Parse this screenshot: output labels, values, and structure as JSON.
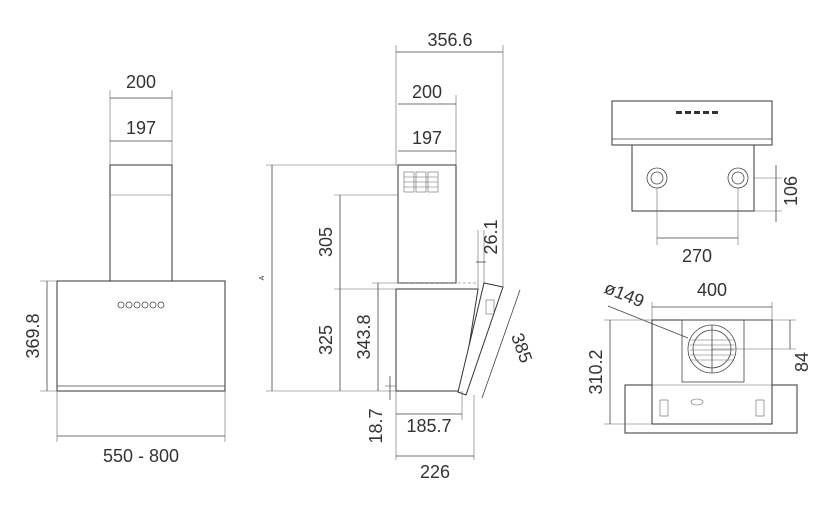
{
  "front_view": {
    "chimney_outer": "200",
    "chimney_inner": "197",
    "hood_height": "369.8",
    "hood_width": "550 - 800"
  },
  "side_view": {
    "overall_depth": "356.6",
    "chimney_outer": "200",
    "chimney_inner": "197",
    "height_label": "A",
    "upper_height": "305",
    "offset": "26.1",
    "lower_height": "325",
    "hood_height": "343.8",
    "glass_length": "385",
    "bottom_thickness": "18.7",
    "bottom_depth": "185.7",
    "total_depth": "226"
  },
  "top_view": {
    "height": "106",
    "outlet_spacing": "270"
  },
  "bottom_view": {
    "diameter": "ø149",
    "width": "400",
    "depth": "310.2",
    "offset": "84"
  }
}
